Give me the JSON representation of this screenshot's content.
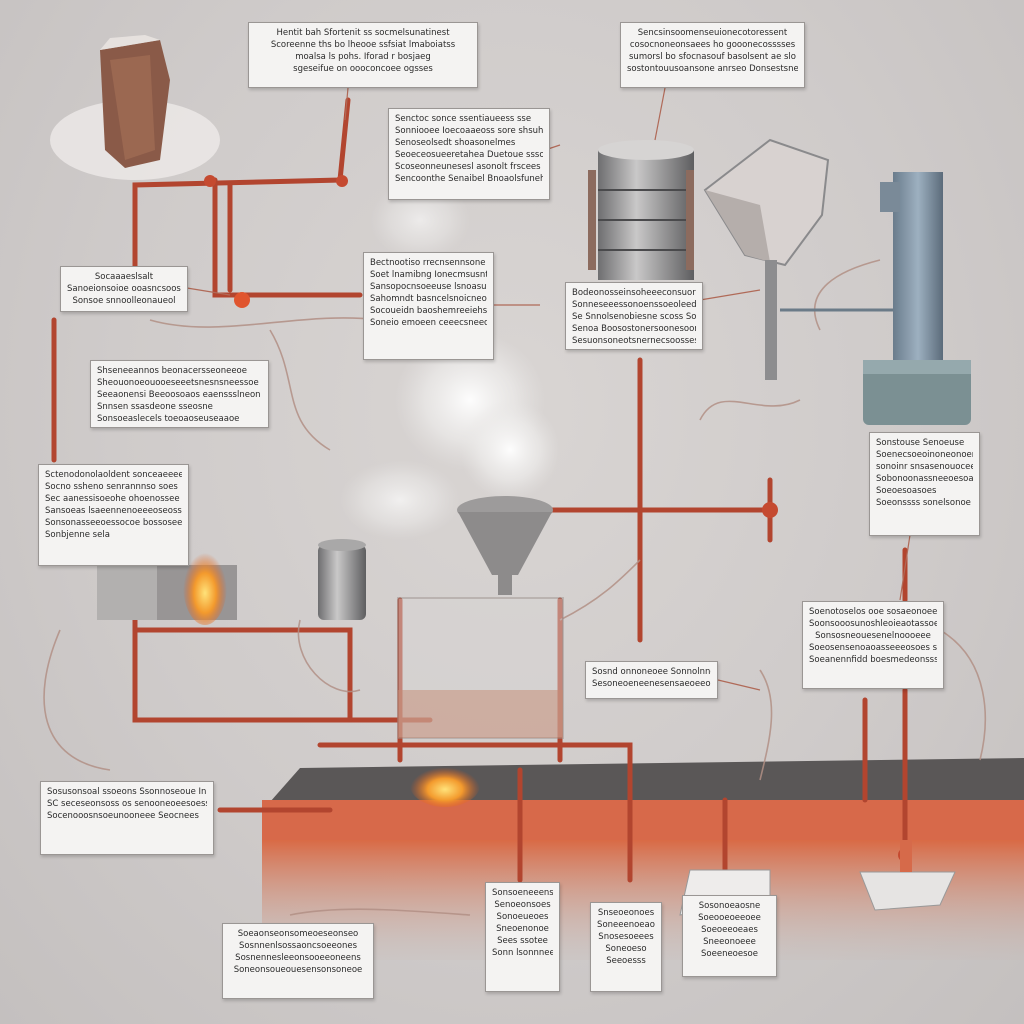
{
  "diagram": {
    "labels": [
      {
        "id": "top-center",
        "lines": [
          "Hentit bah Sfortenit ss socmelsunatinest",
          "Scoreenne ths bo lheooe ssfsiat lmaboiatss",
          "moalsa ls pohs. Iforad  r bosjaeg",
          "sgeseifue on oooconcoee ogsses"
        ]
      },
      {
        "id": "top-right",
        "lines": [
          "Sencsinsoomenseuionecotoressent",
          "cosocnoneonsaees ho gooonecosssses",
          "sumorsl bo sfocnasouf basolsent ae slo",
          "sostontouusoansone anrseo Donsestsneons"
        ]
      },
      {
        "id": "upper-mid",
        "lines": [
          "Senctoc sonce ssentiaueess sse",
          "Sonniooee Ioecoaaeoss sore shsuhon",
          "Senoseolsedt shoasonelmes",
          "Seoeceosueeretahea Duetoue sssoelh",
          "Scoseonneunesesl asonolt frscees ss",
          "Sencoonthe Senaibel  Bnoaolsfuneh Dot"
        ]
      },
      {
        "id": "left-short",
        "lines": [
          "Socaaaeslsalt",
          "Sanoeionsoioe ooasncsoosseoon",
          "Sonsoe snnoolleonaueol"
        ]
      },
      {
        "id": "center",
        "lines": [
          "Bectnootiso rrecnsennsone",
          "Soet lnamibng Ionecmsusnt SOI",
          "Sansopocnsoeeuse lsnoasuest sont",
          "Sahomndt basncelsnoicneooee",
          "Socoueidn baoshemreeiehsnenod",
          "Soneio emoeen ceeecsneeoet ld"
        ]
      },
      {
        "id": "center-right",
        "lines": [
          "Bodeonosseinsoheeeconsuor tloi",
          "Sonneseeessonoenssoeoleed lb",
          "Se Snnolsenobiesne scoss Sosa",
          "Senoa Boosostonersoonesoonoe",
          "Sesuonsoneotsnernecsoossess"
        ]
      },
      {
        "id": "left-mid",
        "lines": [
          "Shseneeannos beonacersseoneeoe",
          "Sheouonoeouooeseeetsnesnsneessoe",
          "Seeaonensi Beeoosoaos eaenssslneon",
          "Snnsen ssasdeone sseosne",
          "Sonsoeaslecels toeoaoseuseaaoe"
        ]
      },
      {
        "id": "left-lower",
        "lines": [
          "Sctenodonolaoldent sonceaeeees",
          "Socno ssheno senrannnso soes",
          "Sec aanessisoeohe ohoenossee",
          "Sansoeas lsaeennenoeeeoseoss",
          "Sonsonasseeoessocoe bossosee",
          "Sonbjenne sela"
        ]
      },
      {
        "id": "right-mid",
        "lines": [
          "Sonstouse Senoeuse",
          "Soenecsoeoinoneonoenoeni",
          "sonoinr snsasenouocee",
          "Sobonoonassneeoesoanoe",
          "Soeoesoasoes",
          "Soeonssss sonelsonoe"
        ]
      },
      {
        "id": "right-lower",
        "lines": [
          "Soenotoselos ooe sosaeonoee",
          "Soonsooosunoshleoieaotassoeeos",
          "Sonsosneouesenelnoooeee",
          "Soeosensenoaoasseeeosoes soenose",
          "Soeanennfidd boesmedeonsssonoe sosneoo"
        ]
      },
      {
        "id": "mid-small",
        "lines": [
          "Sosnd onnoneoee Sonnolnnoneso",
          "Sesoneoeneenesensaeoeeonossees"
        ]
      },
      {
        "id": "bottom-left",
        "lines": [
          "Sosusonsoal ssoeons Ssonnoseoue Innasoe",
          "SC seceseonsoss os senooneoeesoess",
          "Socenooosnsoeunooneee  Seocnees"
        ]
      },
      {
        "id": "bottom-1",
        "lines": [
          "Soeaonseonsomeoeseonseo",
          "Sosnnenlsossaoncsoeeones",
          "Sosnennesleeonsooeeoneens",
          "Soneonsoueouesensonsoneoe"
        ]
      },
      {
        "id": "bottom-2",
        "lines": [
          "Sonsoeneeens",
          "Senoeonsoes",
          "Sonoeueoes",
          "Sneoenonoe",
          "Sees ssotee",
          "Sonn lsonnnee"
        ]
      },
      {
        "id": "bottom-3",
        "lines": [
          "Snseoeonoes",
          "Soneeenoeao",
          "Snosesoeees",
          "Soneoeso",
          "Seeoesss"
        ]
      },
      {
        "id": "bottom-4",
        "lines": [
          "Sosonoeaosne",
          "Soeooeoeeoee",
          "Soeoeeoeaes",
          "Sneeonoeee",
          "Soeeneoesoe"
        ]
      }
    ]
  }
}
